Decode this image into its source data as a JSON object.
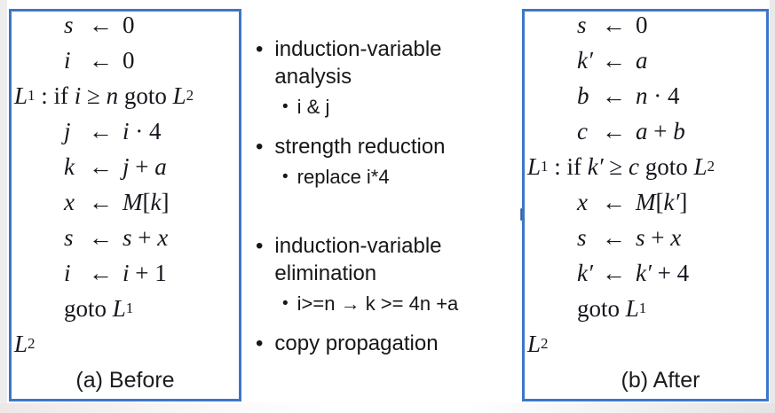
{
  "slide": {
    "bullet_char": "•",
    "assign_arrow_char": "←"
  },
  "colors": {
    "box_border": "#3d76c9",
    "arrow_fill": "#4472c4",
    "arrow_stroke": "#2f5597",
    "code_text": "#16161e",
    "note_text": "#171717"
  },
  "before_box": {
    "caption": "(a) Before",
    "lines": [
      {
        "t": "eq",
        "lhs": [
          [
            "s",
            "i"
          ]
        ],
        "rhs": [
          [
            "0",
            "r"
          ]
        ]
      },
      {
        "t": "eq",
        "lhs": [
          [
            "i",
            "i"
          ]
        ],
        "rhs": [
          [
            "0",
            "r"
          ]
        ]
      },
      {
        "t": "flow",
        "flush": true,
        "parts": [
          [
            "L",
            "i"
          ],
          [
            "1",
            "s"
          ],
          [
            " : if ",
            "r"
          ],
          [
            "i",
            "i"
          ],
          [
            " ≥ ",
            "r"
          ],
          [
            "n",
            "i"
          ],
          [
            " goto ",
            "r"
          ],
          [
            "L",
            "i"
          ],
          [
            "2",
            "s"
          ]
        ]
      },
      {
        "t": "eq",
        "lhs": [
          [
            "j",
            "i"
          ]
        ],
        "rhs": [
          [
            "i",
            "i"
          ],
          [
            " · 4",
            "r"
          ]
        ]
      },
      {
        "t": "eq",
        "lhs": [
          [
            "k",
            "i"
          ]
        ],
        "rhs": [
          [
            "j",
            "i"
          ],
          [
            " + ",
            "r"
          ],
          [
            "a",
            "i"
          ]
        ]
      },
      {
        "t": "eq",
        "lhs": [
          [
            "x",
            "i"
          ]
        ],
        "rhs": [
          [
            "M",
            "i"
          ],
          [
            "[",
            "r"
          ],
          [
            "k",
            "i"
          ],
          [
            "]",
            "r"
          ]
        ]
      },
      {
        "t": "eq",
        "lhs": [
          [
            "s",
            "i"
          ]
        ],
        "rhs": [
          [
            "s",
            "i"
          ],
          [
            " + ",
            "r"
          ],
          [
            "x",
            "i"
          ]
        ]
      },
      {
        "t": "eq",
        "lhs": [
          [
            "i",
            "i"
          ]
        ],
        "rhs": [
          [
            "i",
            "i"
          ],
          [
            " + 1",
            "r"
          ]
        ]
      },
      {
        "t": "flow",
        "flush": false,
        "parts": [
          [
            "goto ",
            "r"
          ],
          [
            "L",
            "i"
          ],
          [
            "1",
            "s"
          ]
        ]
      },
      {
        "t": "flow",
        "flush": true,
        "parts": [
          [
            "L",
            "i"
          ],
          [
            "2",
            "s"
          ]
        ]
      }
    ]
  },
  "after_box": {
    "caption": "(b) After",
    "lines": [
      {
        "t": "eq",
        "lhs": [
          [
            "s",
            "i"
          ]
        ],
        "rhs": [
          [
            "0",
            "r"
          ]
        ]
      },
      {
        "t": "eq",
        "lhs": [
          [
            "k′",
            "i"
          ]
        ],
        "rhs": [
          [
            "a",
            "i"
          ]
        ]
      },
      {
        "t": "eq",
        "lhs": [
          [
            "b",
            "i"
          ]
        ],
        "rhs": [
          [
            "n",
            "i"
          ],
          [
            " · 4",
            "r"
          ]
        ]
      },
      {
        "t": "eq",
        "lhs": [
          [
            "c",
            "i"
          ]
        ],
        "rhs": [
          [
            "a",
            "i"
          ],
          [
            " + ",
            "r"
          ],
          [
            "b",
            "i"
          ]
        ]
      },
      {
        "t": "flow",
        "flush": true,
        "parts": [
          [
            "L",
            "i"
          ],
          [
            "1",
            "s"
          ],
          [
            " : if ",
            "r"
          ],
          [
            "k′",
            "i"
          ],
          [
            " ≥ ",
            "r"
          ],
          [
            "c",
            "i"
          ],
          [
            " goto ",
            "r"
          ],
          [
            "L",
            "i"
          ],
          [
            "2",
            "s"
          ]
        ]
      },
      {
        "t": "eq",
        "lhs": [
          [
            "x",
            "i"
          ]
        ],
        "rhs": [
          [
            "M",
            "i"
          ],
          [
            "[",
            "r"
          ],
          [
            "k′",
            "i"
          ],
          [
            "]",
            "r"
          ]
        ]
      },
      {
        "t": "eq",
        "lhs": [
          [
            "s",
            "i"
          ]
        ],
        "rhs": [
          [
            "s",
            "i"
          ],
          [
            " + ",
            "r"
          ],
          [
            "x",
            "i"
          ]
        ]
      },
      {
        "t": "eq",
        "lhs": [
          [
            "k′",
            "i"
          ]
        ],
        "rhs": [
          [
            "k′",
            "i"
          ],
          [
            " + 4",
            "r"
          ]
        ]
      },
      {
        "t": "flow",
        "flush": false,
        "parts": [
          [
            "goto ",
            "r"
          ],
          [
            "L",
            "i"
          ],
          [
            "1",
            "s"
          ]
        ]
      },
      {
        "t": "flow",
        "flush": true,
        "parts": [
          [
            "L",
            "i"
          ],
          [
            "2",
            "s"
          ]
        ]
      }
    ]
  },
  "middle": {
    "bullets_top": [
      {
        "level": 1,
        "text": "induction-variable analysis"
      },
      {
        "level": 2,
        "text": "i & j"
      },
      {
        "level": 1,
        "text": "strength reduction"
      },
      {
        "level": 2,
        "text": "replace i*4"
      }
    ],
    "bullets_bottom": [
      {
        "level": 1,
        "text": "induction-variable elimination"
      },
      {
        "level": 2,
        "text": "i>=n → k >= 4n +a"
      },
      {
        "level": 1,
        "text": "copy propagation"
      }
    ]
  }
}
